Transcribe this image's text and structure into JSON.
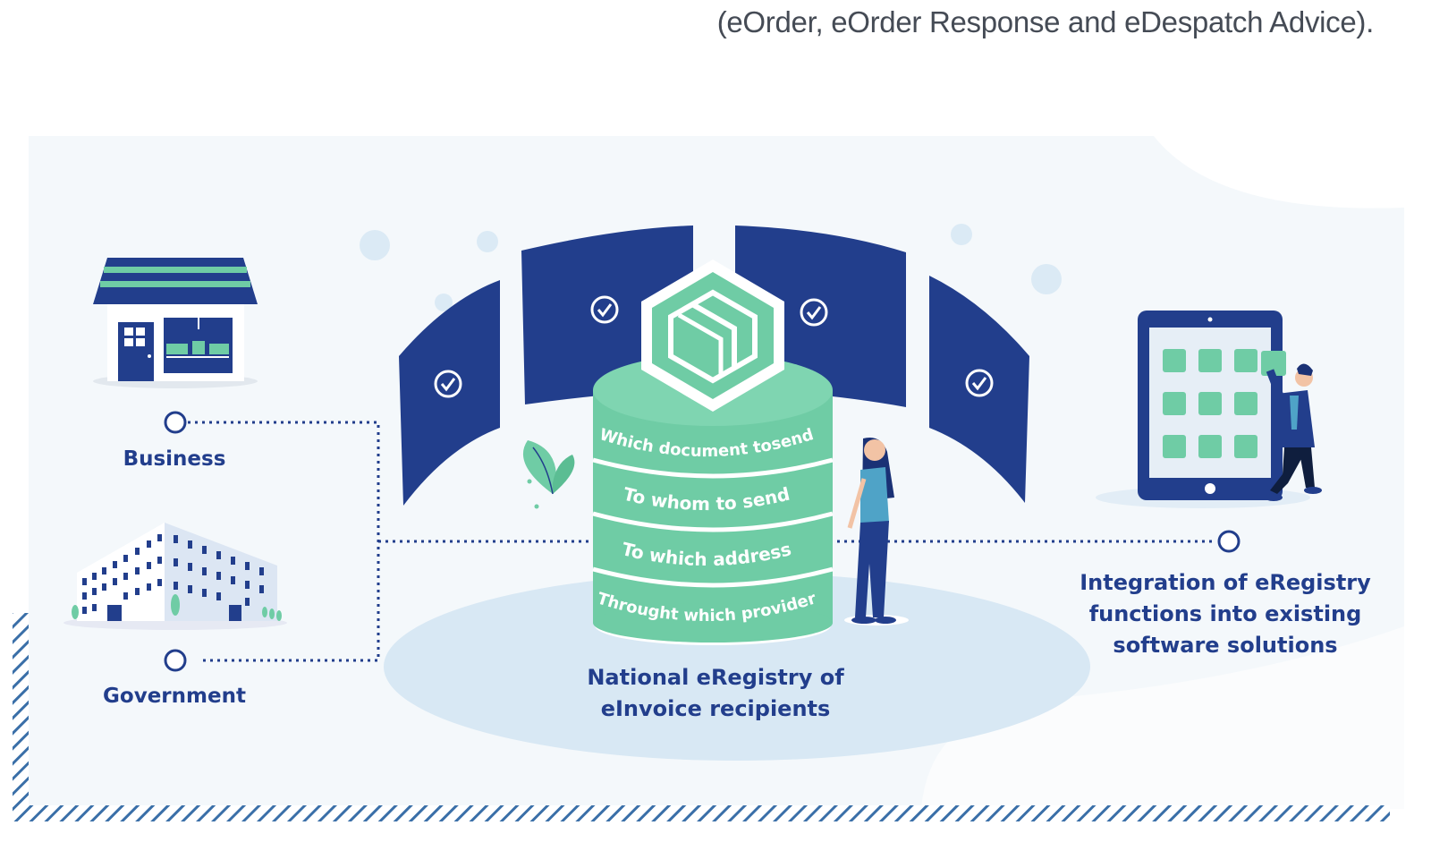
{
  "top_caption": "(eOrder, eOrder Response and eDespatch Advice).",
  "nodes": {
    "business": "Business",
    "government": "Government",
    "center": "National eRegistry of\neInvoice recipients",
    "right": "Integration of eRegistry\nfunctions into existing\nsoftware solutions"
  },
  "cylinder_bands": [
    "Which document tosend",
    "To whom to send",
    "To which address",
    "Throught which provider"
  ],
  "icons": {
    "shop": "shop-icon",
    "office_building": "office-building-icon",
    "database": "database-icon",
    "package": "package-icon",
    "check": "check-circle-icon",
    "tablet": "tablet-icon"
  },
  "colors": {
    "navy": "#223e8c",
    "green": "#6fcca5",
    "light_bg": "#f4f8fb",
    "blob": "#d8e8f4"
  }
}
